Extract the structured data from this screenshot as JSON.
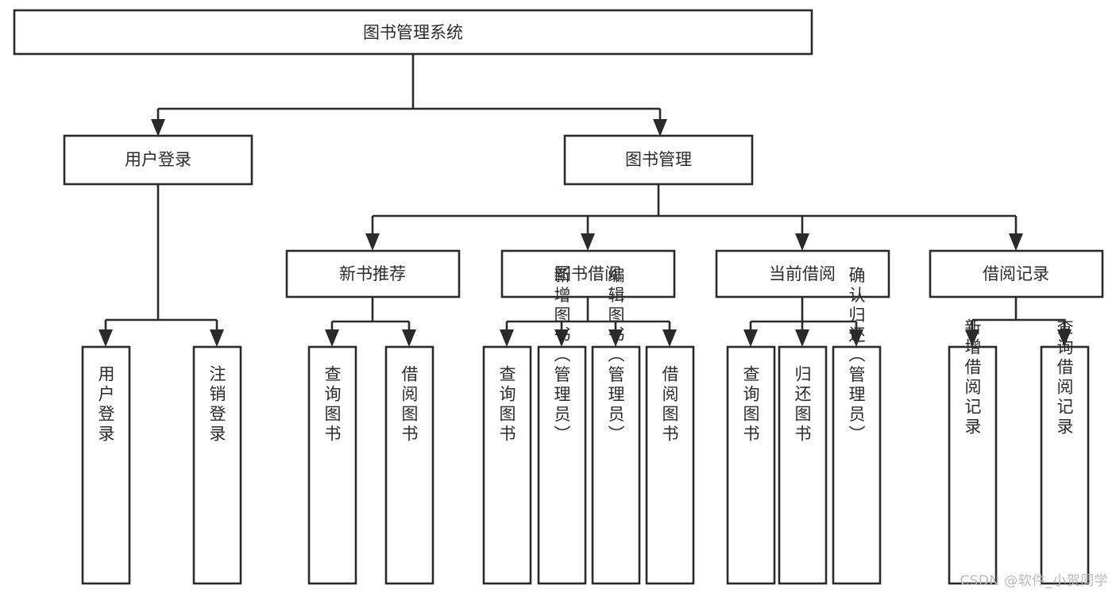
{
  "diagram": {
    "title": "图书管理系统",
    "type": "tree-hierarchy-diagram",
    "orientation": "top-down",
    "colors": {
      "box_stroke": "#2a2a2a",
      "box_fill": "#ffffff",
      "connector": "#2a2a2a",
      "text": "#2b2b2b",
      "watermark": "#b9b9b9",
      "background": "#ffffff"
    },
    "nodes": {
      "root": {
        "label": "图书管理系统",
        "level": 1
      },
      "level2": [
        {
          "id": "user-login",
          "label": "用户登录"
        },
        {
          "id": "book-management",
          "label": "图书管理"
        }
      ],
      "level3": [
        {
          "id": "new-book-recommend",
          "label": "新书推荐"
        },
        {
          "id": "book-borrow",
          "label": "图书借阅"
        },
        {
          "id": "current-borrow",
          "label": "当前借阅"
        },
        {
          "id": "borrow-record",
          "label": "借阅记录"
        }
      ],
      "leaves": {
        "user-login": [
          {
            "id": "leaf-user-login",
            "label": "用户登录"
          },
          {
            "id": "leaf-logout",
            "label": "注销登录"
          }
        ],
        "new-book-recommend": [
          {
            "id": "leaf-query-book-1",
            "label": "查询图书"
          },
          {
            "id": "leaf-borrow-book-1",
            "label": "借阅图书"
          }
        ],
        "book-borrow": [
          {
            "id": "leaf-query-book-2",
            "label": "查询图书"
          },
          {
            "id": "leaf-add-book",
            "label": "新增图书（管理员）"
          },
          {
            "id": "leaf-edit-book",
            "label": "编辑图书（管理员）"
          },
          {
            "id": "leaf-borrow-book-2",
            "label": "借阅图书"
          }
        ],
        "current-borrow": [
          {
            "id": "leaf-query-book-3",
            "label": "查询图书"
          },
          {
            "id": "leaf-return-book",
            "label": "归还图书"
          },
          {
            "id": "leaf-confirm-return",
            "label": "确认归还（管理员）"
          }
        ],
        "borrow-record": [
          {
            "id": "leaf-add-record",
            "label": "新增借阅记录"
          },
          {
            "id": "leaf-query-record",
            "label": "查询借阅记录"
          }
        ]
      }
    },
    "watermark": "CSDN @软件_小贺同学"
  }
}
